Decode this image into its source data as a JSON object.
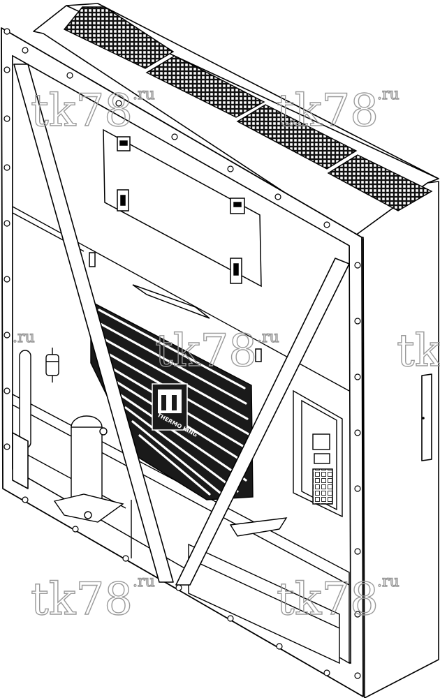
{
  "watermark": {
    "main": "tk78",
    "suffix": ".ru",
    "color": "#9a9a9a"
  },
  "logo": {
    "brand": "THERMO KING"
  },
  "colors": {
    "line": "#000000",
    "fill": "#ffffff",
    "grille": "#1a1a1a",
    "vent": "#222222"
  }
}
